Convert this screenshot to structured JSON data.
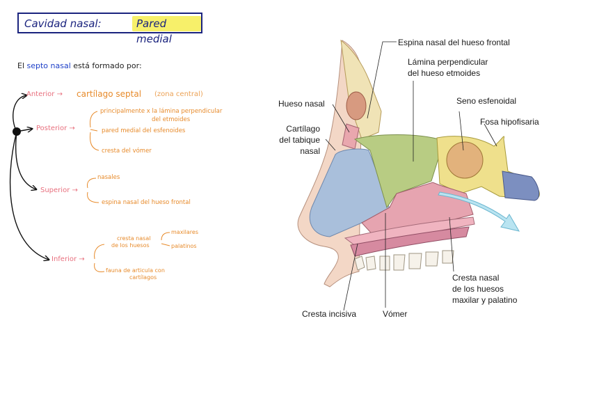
{
  "title": {
    "left": "Cavidad nasal:",
    "highlight": "Pared medial"
  },
  "intro": {
    "prefix": "El",
    "term": "septo nasal",
    "suffix": "está formado por:"
  },
  "notes": {
    "anterior": {
      "label": "Anterior",
      "arrow": "→",
      "item": "cartílago septal",
      "aside": "(zona central)"
    },
    "posterior": {
      "label": "Posterior",
      "arrow": "→",
      "items": [
        "principalmente x la lámina perpendicular",
        "del etmoides",
        "pared medial del esfenoides",
        "cresta del vómer"
      ]
    },
    "superior": {
      "label": "Superior",
      "arrow": "→",
      "items": [
        "nasales",
        "espina nasal del hueso frontal"
      ]
    },
    "inferior": {
      "label": "Inferior",
      "arrow": "→",
      "crest_line1": "cresta nasal",
      "crest_line2": "de los huesos",
      "crest_sub": [
        "maxilares",
        "palatinos"
      ],
      "last_line1": "fauna de articula con",
      "last_line2": "cartílagos"
    }
  },
  "diagram_labels": {
    "espina_nasal": "Espina nasal del hueso frontal",
    "lamina_1": "Lámina perpendicular",
    "lamina_2": "del hueso etmoides",
    "hueso_nasal": "Hueso nasal",
    "seno": "Seno esfenoidal",
    "fosa": "Fosa hipofisaria",
    "cartilago_1": "Cartílago",
    "cartilago_2": "del tabique",
    "cartilago_3": "nasal",
    "cresta_1": "Cresta nasal",
    "cresta_2": "de los huesos",
    "cresta_3": "maxilar y palatino",
    "cresta_incisiva": "Cresta incisiva",
    "vomer": "Vómer"
  },
  "colors": {
    "title_blue": "#1a237e",
    "highlight": "#f7f06a",
    "pink": "#e8707e",
    "orange": "#e78a2a",
    "cartilage": "#a9bfdb",
    "ethmoid": "#b8cc83",
    "vomer": "#e6a4b0",
    "sphenoid": "#efe08c",
    "skin": "#f3d7c6"
  }
}
